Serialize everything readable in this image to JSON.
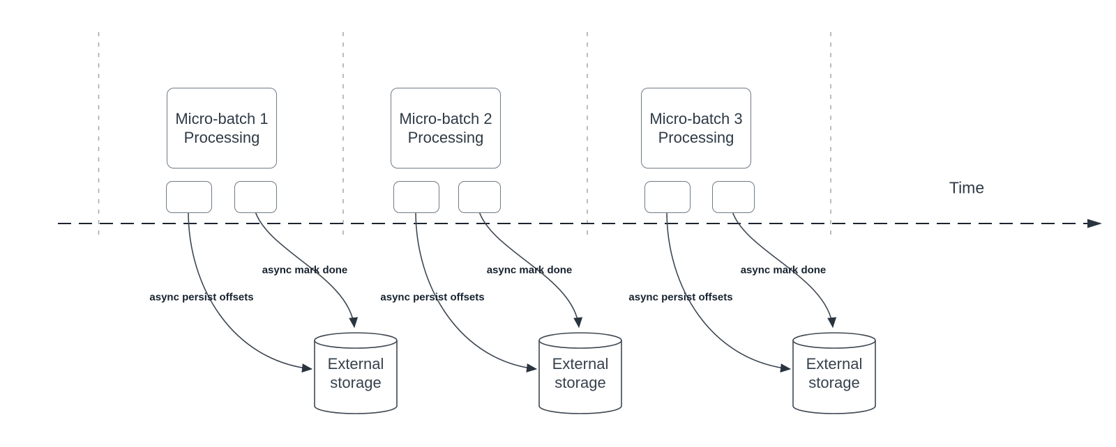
{
  "colors": {
    "axis_line": "#1c2430",
    "guide_line": "#a6a6a6",
    "arrow_stroke": "#3d4752",
    "box_border": "#6e7a85",
    "box_text": "#2e3a46",
    "label_text": "#16222e",
    "background": "#ffffff"
  },
  "time_axis": {
    "label": "Time"
  },
  "groups": [
    {
      "box_line1": "Micro-batch 1",
      "box_line2": "Processing",
      "persist_arrow_label": "async persist offsets",
      "mark_done_arrow_label": "async mark done",
      "storage_line1": "External",
      "storage_line2": "storage"
    },
    {
      "box_line1": "Micro-batch 2",
      "box_line2": "Processing",
      "persist_arrow_label": "async persist offsets",
      "mark_done_arrow_label": "async mark done",
      "storage_line1": "External",
      "storage_line2": "storage"
    },
    {
      "box_line1": "Micro-batch 3",
      "box_line2": "Processing",
      "persist_arrow_label": "async persist offsets",
      "mark_done_arrow_label": "async mark done",
      "storage_line1": "External",
      "storage_line2": "storage"
    }
  ]
}
